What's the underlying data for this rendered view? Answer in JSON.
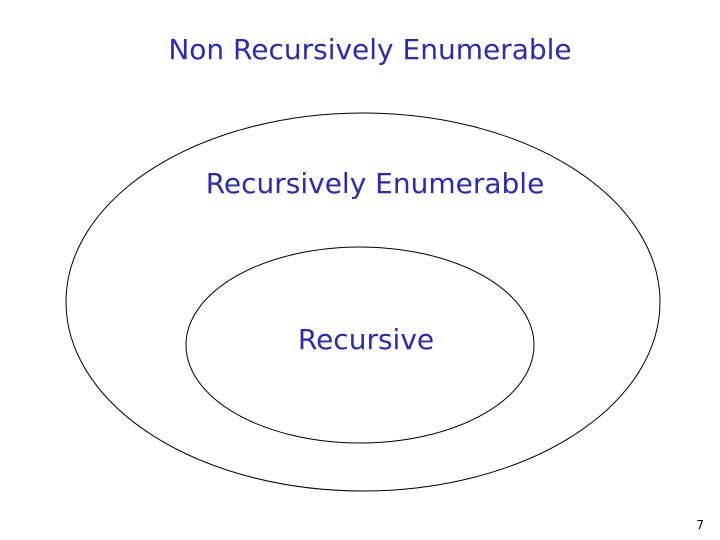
{
  "labels": {
    "outer": "Non Recursively Enumerable",
    "middle": "Recursively Enumerable",
    "inner": "Recursive"
  },
  "page_number": "7",
  "colors": {
    "text": "#2a2ab8",
    "outline": "#000000",
    "background": "#ffffff"
  }
}
